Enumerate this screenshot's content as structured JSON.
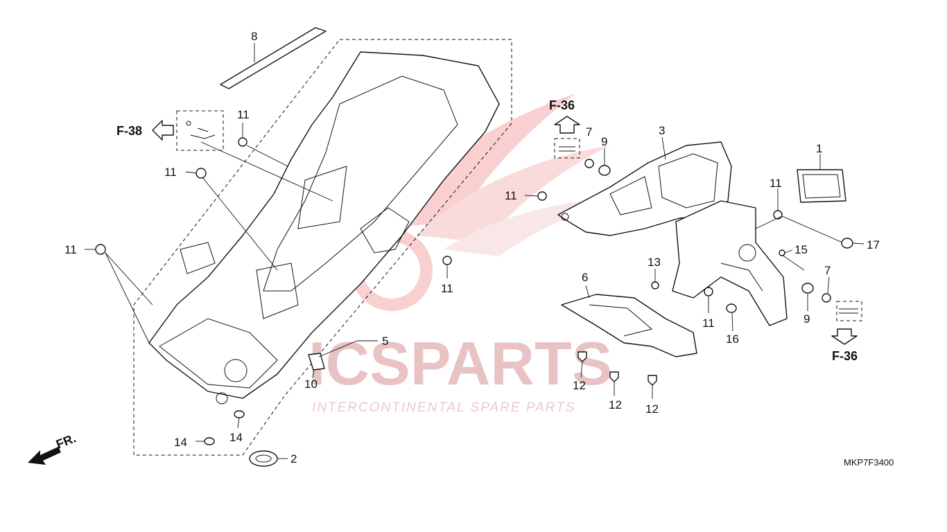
{
  "diagram": {
    "drawing_code": "MKP7F3400",
    "front_arrow_label": "FR.",
    "references": {
      "left": "F-38",
      "top_right": "F-36",
      "bottom_right": "F-36"
    },
    "callouts": {
      "c1": "1",
      "c2": "2",
      "c3": "3",
      "c5": "5",
      "c6": "6",
      "c7a": "7",
      "c7b": "7",
      "c8": "8",
      "c9a": "9",
      "c9b": "9",
      "c10": "10",
      "c11a": "11",
      "c11b": "11",
      "c11c": "11",
      "c11d": "11",
      "c11e": "11",
      "c11f": "11",
      "c11g": "11",
      "c12a": "12",
      "c12b": "12",
      "c12c": "12",
      "c13": "13",
      "c14a": "14",
      "c14b": "14",
      "c15": "15",
      "c16": "16",
      "c17": "17"
    },
    "watermark": {
      "brand": "ICSPARTS",
      "tagline": "INTERCONTINENTAL SPARE PARTS",
      "color": "#e04a4a"
    }
  }
}
